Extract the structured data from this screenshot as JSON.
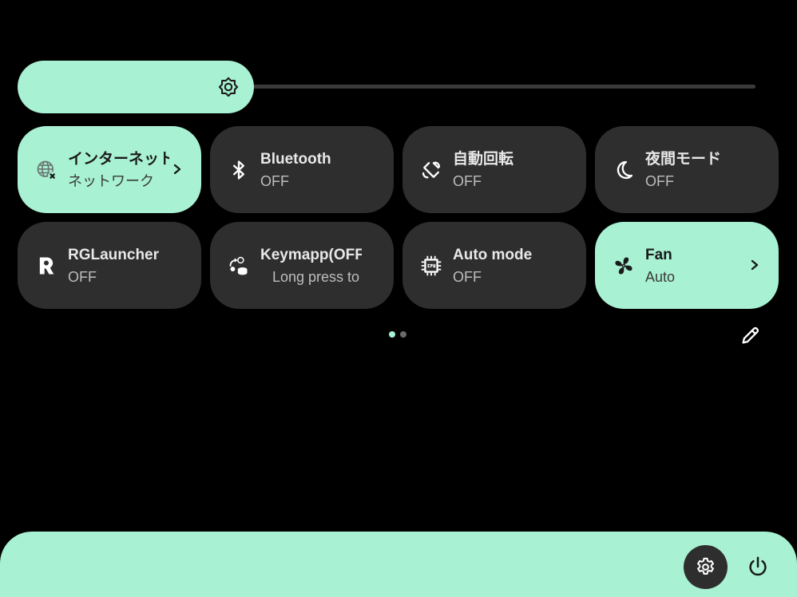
{
  "brightness": {
    "level": 0.32,
    "icon": "brightness-icon"
  },
  "tiles": [
    {
      "label": "インターネット",
      "sub": "ネットワーク",
      "icon": "globe-x-icon",
      "active": true,
      "chevron": true
    },
    {
      "label": "Bluetooth",
      "sub": "OFF",
      "icon": "bluetooth-icon",
      "active": false,
      "chevron": false
    },
    {
      "label": "自動回転",
      "sub": "OFF",
      "icon": "auto-rotate-icon",
      "active": false,
      "chevron": false
    },
    {
      "label": "夜間モード",
      "sub": "OFF",
      "icon": "moon-icon",
      "active": false,
      "chevron": false
    },
    {
      "label": "RGLauncher",
      "sub": "OFF",
      "icon": "rglauncher-icon",
      "active": false,
      "chevron": false
    },
    {
      "label": "Keymapp(OFF)",
      "sub": "Long press to",
      "icon": "keymapp-icon",
      "active": false,
      "chevron": false
    },
    {
      "label": "Auto mode",
      "sub": "OFF",
      "icon": "cpu-icon",
      "active": false,
      "chevron": false
    },
    {
      "label": "Fan",
      "sub": "Auto",
      "icon": "fan-icon",
      "active": true,
      "chevron": true
    }
  ],
  "pager": {
    "current": 1,
    "total": 2
  },
  "colors": {
    "accent": "#a8f1d3",
    "tile": "#2e2e2e",
    "background": "#000000"
  }
}
